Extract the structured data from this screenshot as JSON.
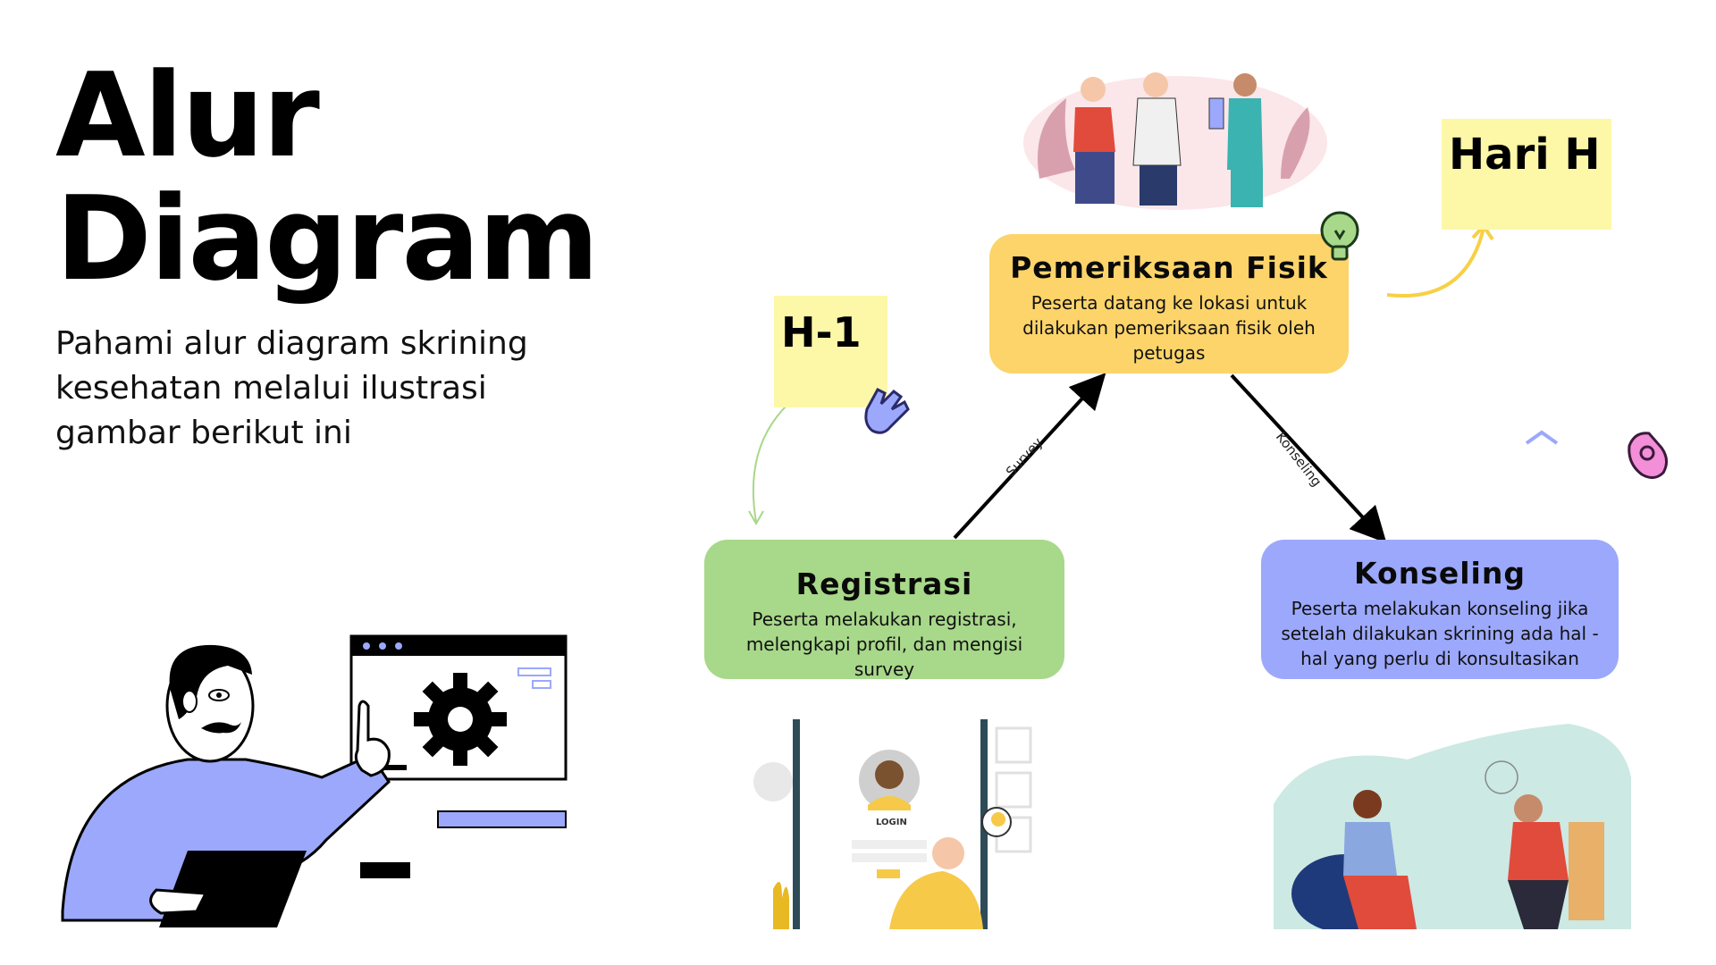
{
  "page": {
    "title_line1": "Alur",
    "title_line2": "Diagram",
    "subtitle": "Pahami alur diagram skrining kesehatan melalui ilustrasi gambar berikut ini"
  },
  "nodes": {
    "pemeriksaan": {
      "title": "Pemeriksaan Fisik",
      "description": "Peserta datang ke lokasi untuk dilakukan pemeriksaan fisik oleh petugas",
      "color": "#fcd46a"
    },
    "registrasi": {
      "title": "Registrasi",
      "description": "Peserta melakukan registrasi, melengkapi profil, dan mengisi survey",
      "color": "#a8d88a"
    },
    "konseling": {
      "title": "Konseling",
      "description": "Peserta melakukan konseling jika setelah dilakukan skrining ada hal - hal yang perlu di konsultasikan",
      "color": "#9ca8fb"
    }
  },
  "edges": {
    "survey_label": "Survey",
    "konseling_label": "Konseling"
  },
  "stickies": {
    "h1": "H-1",
    "hari_h": "Hari H"
  },
  "illustration_text": {
    "login": "LOGIN"
  },
  "colors": {
    "sticky": "#fdf7a8",
    "accent_purple": "#9ca8fb",
    "accent_yellow": "#f7d046"
  }
}
